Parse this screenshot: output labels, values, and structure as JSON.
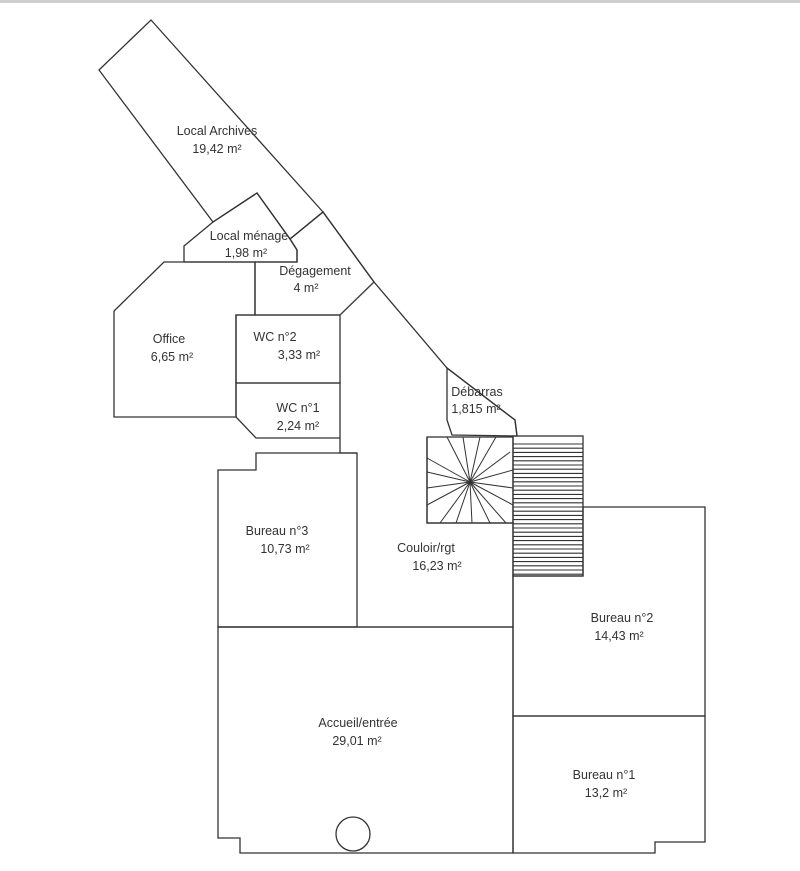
{
  "plan": {
    "rooms": [
      {
        "id": "local-archives",
        "name": "Local Archives",
        "area": "19,42  m²"
      },
      {
        "id": "local-menage",
        "name": "Local ménage",
        "area": "1,98  m²"
      },
      {
        "id": "degagement",
        "name": "Dégagement",
        "area": "4  m²"
      },
      {
        "id": "office",
        "name": "Office",
        "area": "6,65  m²"
      },
      {
        "id": "wc2",
        "name": "WC n°2",
        "area": "3,33  m²"
      },
      {
        "id": "wc1",
        "name": "WC n°1",
        "area": "2,24  m²"
      },
      {
        "id": "debarras",
        "name": "Débarras",
        "area": "1,815  m²"
      },
      {
        "id": "bureau3",
        "name": "Bureau n°3",
        "area": "10,73  m²"
      },
      {
        "id": "couloir",
        "name": "Couloir/rgt",
        "area": "16,23  m²"
      },
      {
        "id": "bureau2",
        "name": "Bureau n°2",
        "area": "14,43  m²"
      },
      {
        "id": "accueil",
        "name": "Accueil/entrée",
        "area": "29,01  m²"
      },
      {
        "id": "bureau1",
        "name": "Bureau n°1",
        "area": "13,2  m²"
      }
    ]
  }
}
